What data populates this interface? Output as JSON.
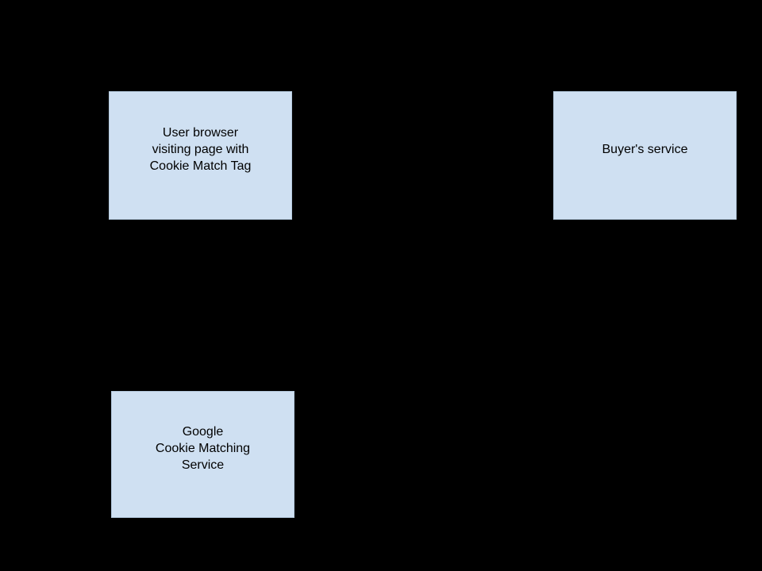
{
  "diagram": {
    "background_color": "#000000",
    "node_fill_color": "#cfe0f2",
    "node_border_color": "#b4c9dd",
    "node_text_color": "#000000",
    "nodes": [
      {
        "id": "user-browser",
        "label": "User browser\nvisiting page with\nCookie Match Tag"
      },
      {
        "id": "buyers-service",
        "label": "Buyer's service"
      },
      {
        "id": "google-cookie-matching-service",
        "label": "Google\nCookie Matching\nService"
      }
    ]
  }
}
